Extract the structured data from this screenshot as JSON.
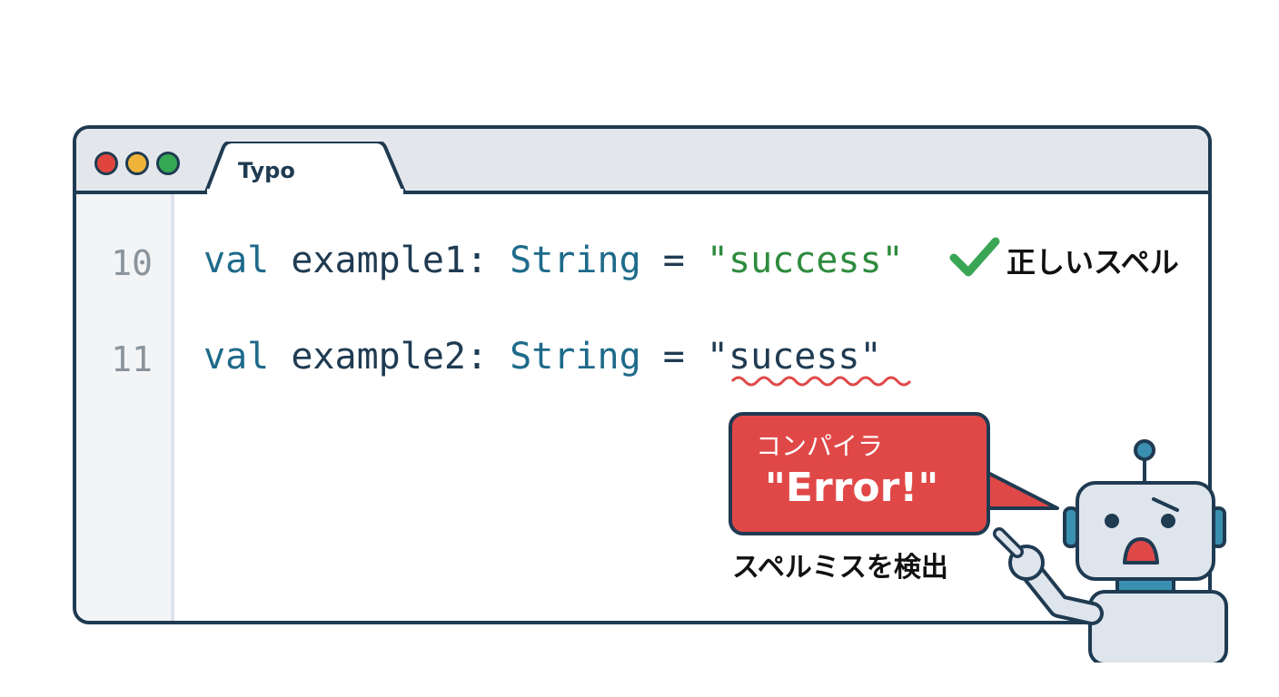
{
  "window": {
    "controls": [
      "close",
      "minimize",
      "maximize"
    ],
    "tab": {
      "label": "Typo"
    }
  },
  "editor": {
    "lines": [
      {
        "number": "10",
        "keyword": "val",
        "identifier": " example1",
        "colon": ": ",
        "type": "String",
        "equals": " = ",
        "string": "\"success\""
      },
      {
        "number": "11",
        "keyword": "val",
        "identifier": " example2",
        "colon": ": ",
        "type": "String",
        "equals": " = ",
        "string": "\"sucess\""
      }
    ]
  },
  "annotations": {
    "correct_note": "正しいスペル",
    "bubble_subtitle": "コンパイラ",
    "bubble_title": "\"Error!\"",
    "detect_note": "スペルミスを検出"
  },
  "colors": {
    "outline": "#1f3b52",
    "keyword": "#1e6a8a",
    "string_ok": "#2e8b3e",
    "error": "#e04848",
    "check": "#3aa655"
  }
}
